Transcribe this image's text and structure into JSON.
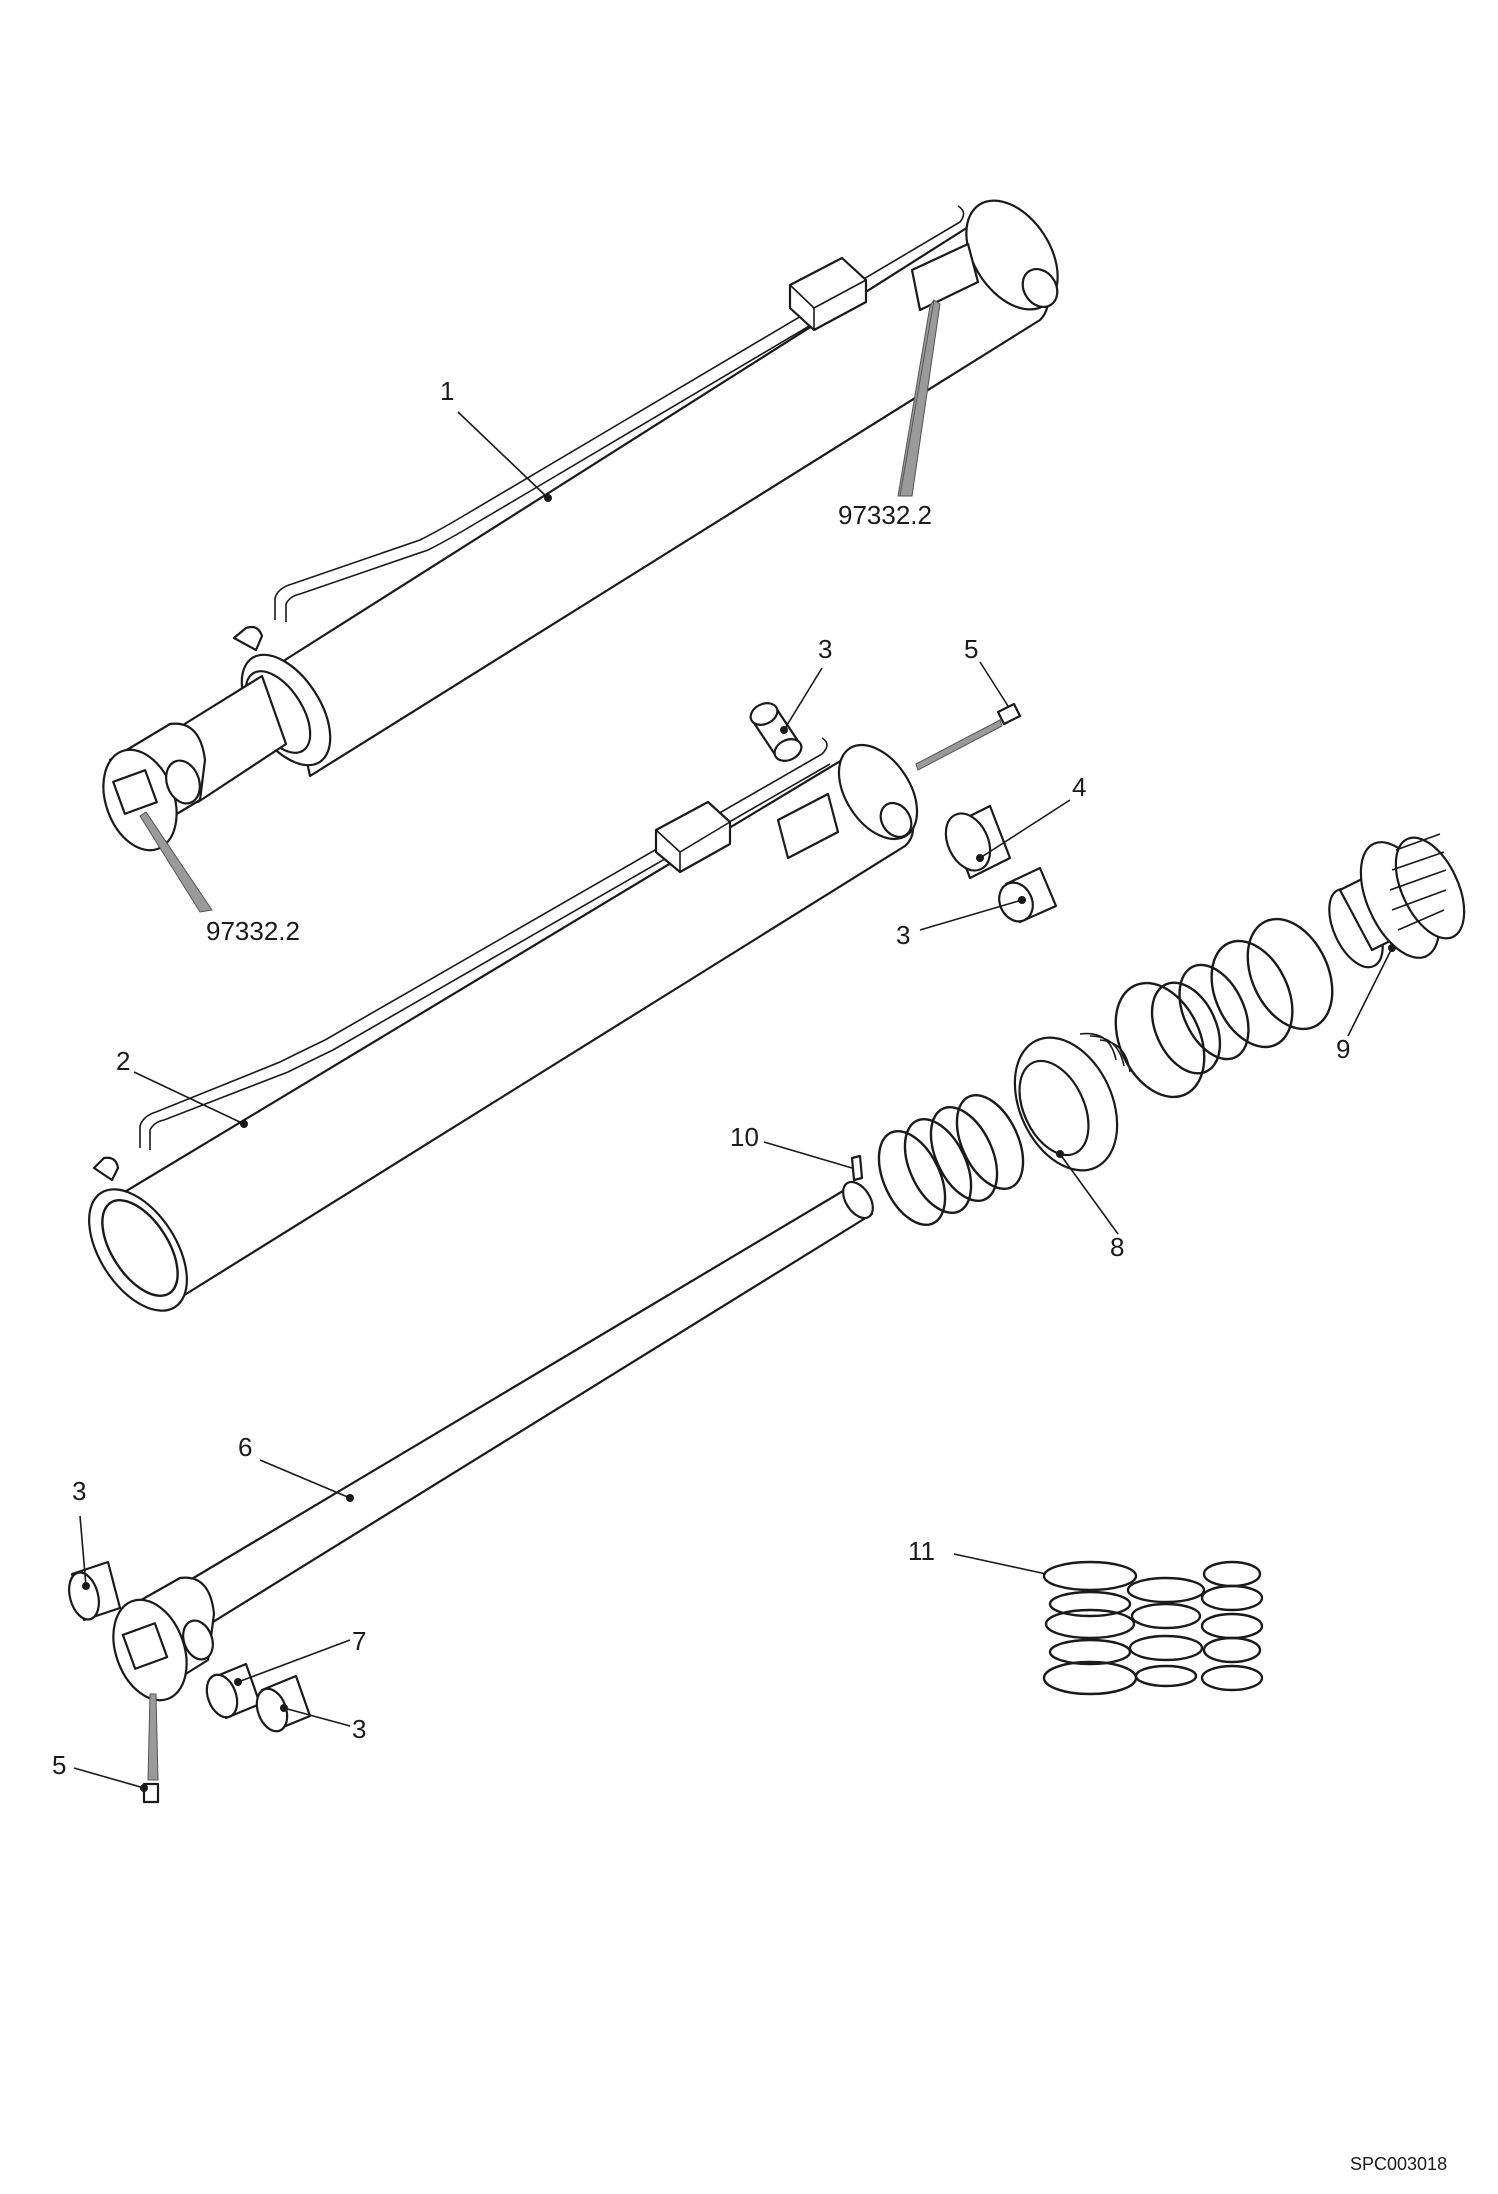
{
  "callouts": {
    "c1": "1",
    "c2": "2",
    "c3a": "3",
    "c3b": "3",
    "c3c": "3",
    "c3d": "3",
    "c4": "4",
    "c5a": "5",
    "c5b": "5",
    "c6": "6",
    "c7": "7",
    "c8": "8",
    "c9": "9",
    "c10": "10",
    "c11": "11"
  },
  "labels": {
    "ref_top": "97332.2",
    "ref_left": "97332.2"
  },
  "drawing_code": "SPC003018"
}
